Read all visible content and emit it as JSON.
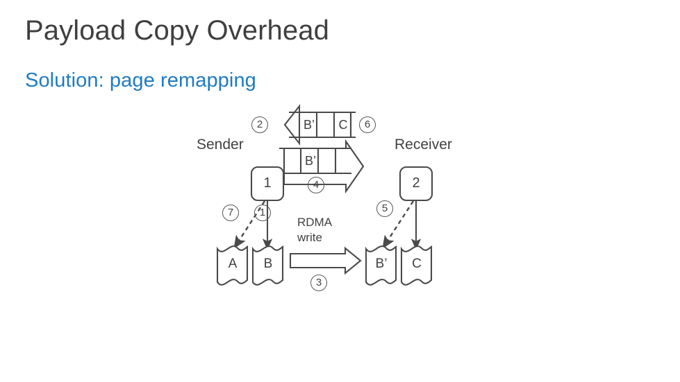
{
  "slide": {
    "title": "Payload Copy Overhead",
    "subtitle": "Solution: page remapping",
    "title_color": "#3f3f3f",
    "subtitle_color": "#1f7bc1",
    "stroke_color": "#4a4a4a"
  },
  "diagram": {
    "endpoints": {
      "sender_label": "Sender",
      "receiver_label": "Receiver"
    },
    "operation": {
      "line1": "RDMA",
      "line2": "write"
    },
    "page_bars": {
      "top_bar": {
        "direction": "left",
        "cells": [
          "B’",
          "",
          "C"
        ]
      },
      "bottom_bar": {
        "direction": "right",
        "cells": [
          "",
          "B’",
          ""
        ]
      }
    },
    "buffers": {
      "sender_buffer_label": "1",
      "receiver_buffer_label": "2"
    },
    "pages": [
      {
        "id": "page-a",
        "label": "A",
        "side": "sender"
      },
      {
        "id": "page-b",
        "label": "B",
        "side": "sender"
      },
      {
        "id": "page-bp",
        "label": "B’",
        "side": "receiver"
      },
      {
        "id": "page-c",
        "label": "C",
        "side": "receiver"
      }
    ],
    "step_markers": [
      {
        "id": "step-1",
        "label": "①",
        "digit": "1"
      },
      {
        "id": "step-2",
        "label": "②",
        "digit": "2"
      },
      {
        "id": "step-3",
        "label": "③",
        "digit": "3"
      },
      {
        "id": "step-4",
        "label": "④",
        "digit": "4"
      },
      {
        "id": "step-5",
        "label": "⑤",
        "digit": "5"
      },
      {
        "id": "step-6",
        "label": "⑥",
        "digit": "6"
      },
      {
        "id": "step-7",
        "label": "⑦",
        "digit": "7"
      }
    ]
  }
}
